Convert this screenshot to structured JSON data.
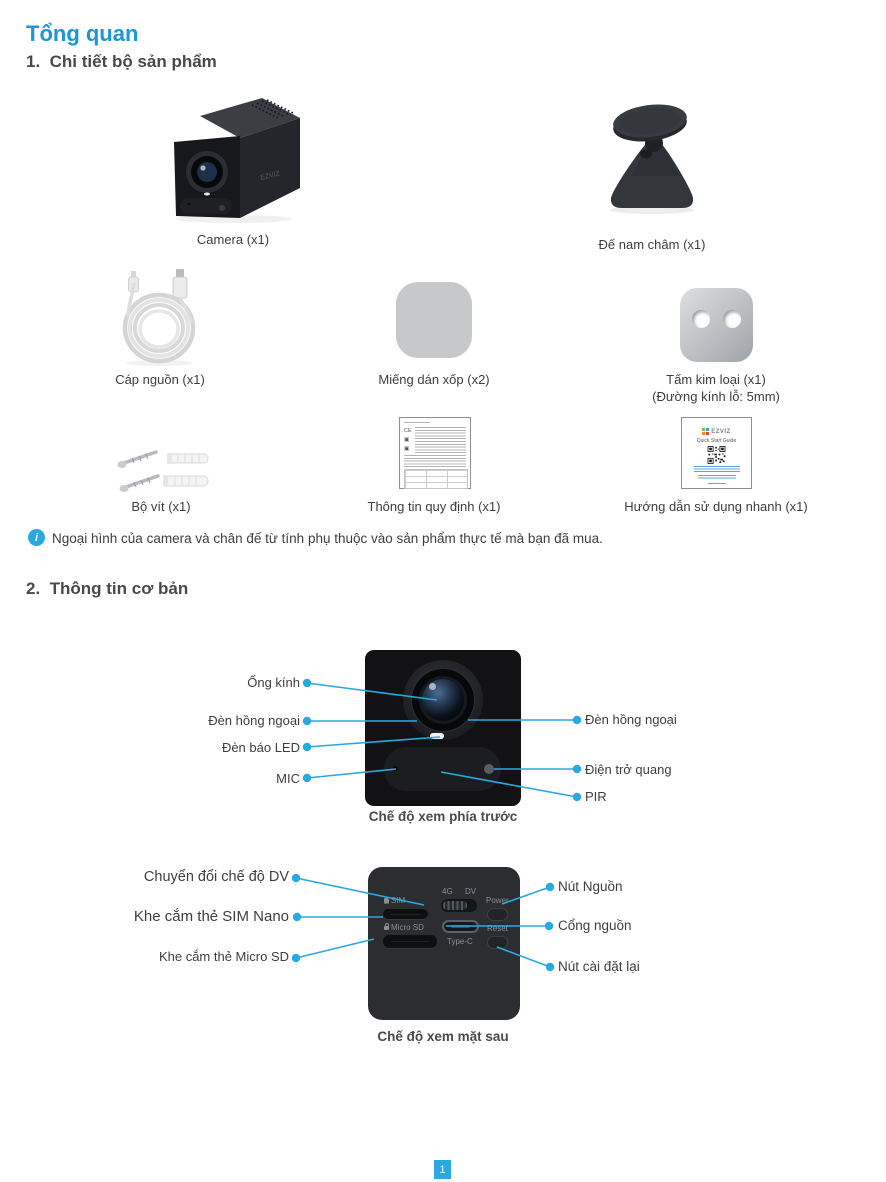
{
  "brand": "EZVIZ",
  "header": {
    "title": "Tổng quan",
    "section1": "1.  Chi tiết bộ sản phẩm",
    "section2": "2.  Thông tin cơ bản"
  },
  "products": [
    {
      "name": "camera",
      "label": "Camera (x1)"
    },
    {
      "name": "magnetic-base",
      "label": "Đế nam châm  (x1)"
    },
    {
      "name": "power-cable",
      "label": "Cáp nguồn (x1)"
    },
    {
      "name": "foam-sticker",
      "label": "Miếng dán xốp (x2)"
    },
    {
      "name": "metal-plate",
      "label": "Tấm kim loại (x1)",
      "sublabel": "(Đường kính lỗ: 5mm)"
    },
    {
      "name": "screw-kit",
      "label": "Bộ vít (x1)"
    },
    {
      "name": "regulatory-info",
      "label": "Thông tin quy định (x1)"
    },
    {
      "name": "quick-start-guide",
      "label": "Hướng dẫn sử dụng nhanh (x1)"
    }
  ],
  "note": {
    "text": "Ngoại hình của camera và chân đế từ tính phụ thuộc vào sản phẩm thực tế mà bạn đã mua."
  },
  "front_view": {
    "caption": "Chế độ xem phía trước",
    "labels_left": [
      "Ống kính",
      "Đèn hồng ngoại",
      "Đèn báo LED",
      "MIC"
    ],
    "labels_right": [
      "Đèn hồng ngoại",
      "Điện trở quang",
      "PIR"
    ]
  },
  "back_view": {
    "caption": "Chế độ xem mặt sau",
    "labels_left": [
      "Chuyển đổi chế độ DV",
      "Khe cắm thẻ SIM Nano",
      "Khe cắm thẻ Micro SD"
    ],
    "labels_right": [
      "Nút Nguồn",
      "Cổng nguồn",
      "Nút cài đặt lại"
    ],
    "device": {
      "mode_4g": "4G",
      "mode_dv": "DV",
      "sim": "SIM",
      "micro_sd": "Micro SD",
      "power": "Power",
      "reset": "Reset",
      "type_c": "Type-C"
    }
  },
  "quick_guide": {
    "title": "Quick Start Guide"
  },
  "footer": {
    "page_number": "1"
  },
  "colors": {
    "accent_blue": "#1a97d5",
    "leader_blue": "#29a9e2",
    "text_dark": "#3e3e3e"
  }
}
